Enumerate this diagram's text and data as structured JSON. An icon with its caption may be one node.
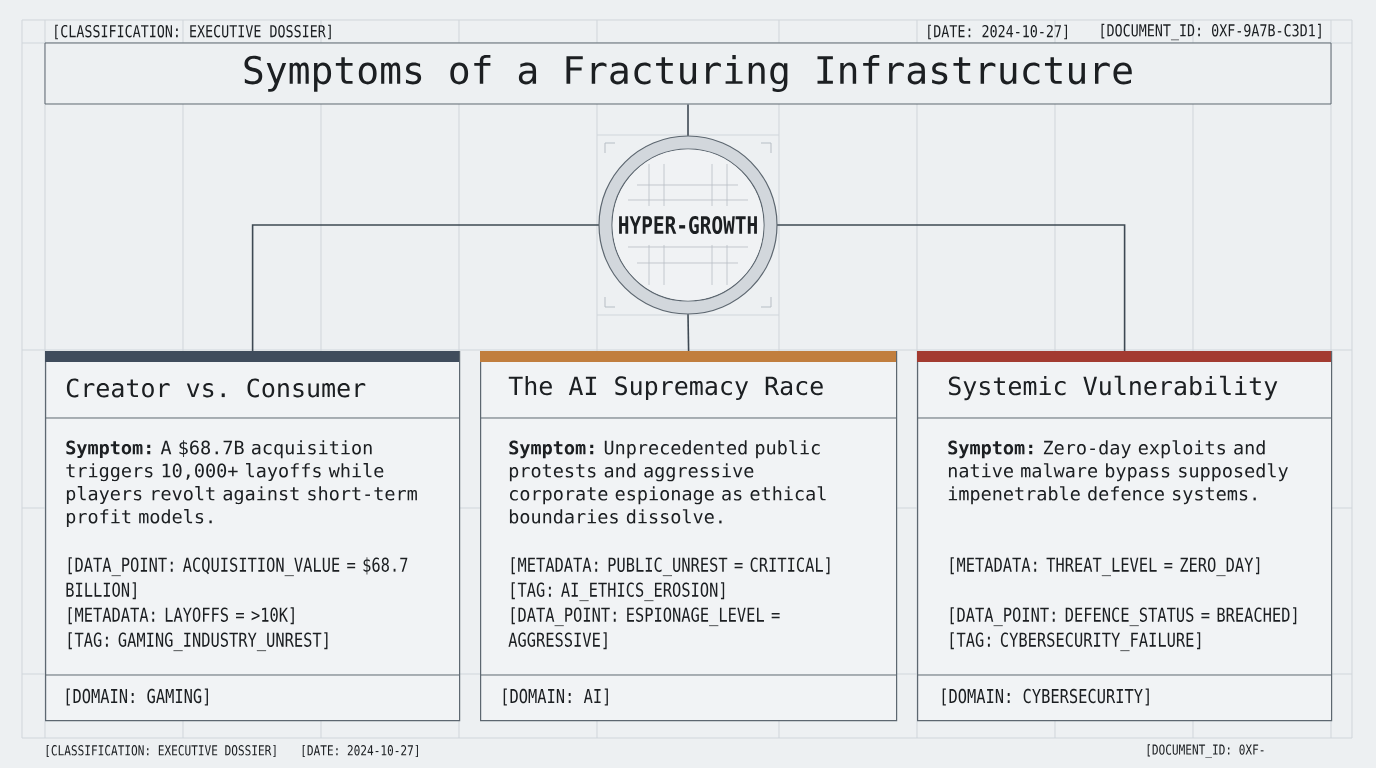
{
  "diagram": {
    "nodes": [
      {
        "text": [
          "Symptoms of a Fracturing Infrastructure"
        ]
      },
      {
        "text": [
          "HYPER-GROWTH"
        ]
      },
      {
        "text": [
          "Creator vs. Consumer",
          "**Symptom:** A $68.7B acquisition triggers 10,000+ layoffs while players revolt against short-term profit models.",
          "[DATA_POINT: ACQUISITION_VALUE = $68.7 BILLION]",
          "[METADATA: LAYOFFS = >10K]",
          "[TAG: GAMING_INDUSTRY_UNREST]",
          "[DOMAIN: GAMING]"
        ]
      },
      {
        "text": [
          "The AI Supremacy Race",
          "**Symptom:** Unprecedented public protests and aggressive corporate espionage as ethical boundaries dissolve.",
          "[METADATA: PUBLIC_UNREST = CRITICAL]",
          "[TAG: AI_ETHICS_EROSION]",
          "[DATA_POINT: ESPIONAGE_LEVEL = AGGRESSIVE]",
          "[DOMAIN: AI]"
        ]
      },
      {
        "text": [
          "Systemic Vulnerability",
          "**Symptom:** Zero-day exploits and native malware bypass supposedly impenetrable defence systems.",
          "[METADATA: THREAT_LEVEL = ZERO_DAY]",
          "[DATA_POINT: DEFENCE_STATUS = BREACHED]",
          "[TAG: CYBERSECURITY_FAILURE]",
          "[DOMAIN: CYBERSECURITY]"
        ]
      }
    ],
    "edges": [
      {
        "from": 0,
        "to": 1,
        "arrow": "none"
      },
      {
        "from": 1,
        "to": 2,
        "arrow": "none"
      },
      {
        "from": 1,
        "to": 3,
        "arrow": "none"
      },
      {
        "from": 1,
        "to": 4,
        "arrow": "none"
      }
    ],
    "labels": [
      "[CLASSIFICATION: EXECUTIVE DOSSIER]",
      "[DATE: 2024-10-27]",
      "[DOCUMENT_ID: 0XF-9A7B-C3D1]",
      "[CLASSIFICATION: EXECUTIVE DOSSIER]",
      "[DATE: 2024-10-27]",
      "[DOCUMENT_ID: 0XF-"
    ]
  }
}
